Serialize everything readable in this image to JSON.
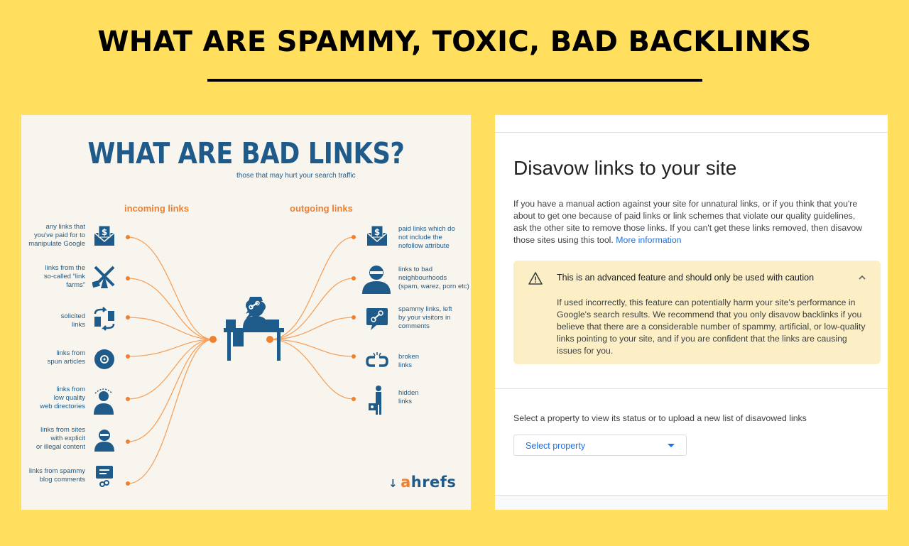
{
  "page": {
    "title": "WHAT ARE SPAMMY, TOXIC, BAD BACKLINKS"
  },
  "infographic": {
    "title": "WHAT ARE BAD LINKS?",
    "subtitle": "those that may hurt your search traffic",
    "incoming_heading": "incoming links",
    "outgoing_heading": "outgoing links",
    "incoming": [
      {
        "label": "any links that\nyou've paid for to\nmanipulate Google",
        "icon": "dollar-envelope-icon"
      },
      {
        "label": "links from the\nso-called “link\nfarms”",
        "icon": "windmill-icon"
      },
      {
        "label": "solicited\nlinks",
        "icon": "exchange-arrows-icon"
      },
      {
        "label": "links from\nspun articles",
        "icon": "spinning-disc-icon"
      },
      {
        "label": "links from\nlow quality\nweb directories",
        "icon": "confused-person-icon"
      },
      {
        "label": "links from sites\nwith explicit\nor illegal content",
        "icon": "ninja-icon"
      },
      {
        "label": "links from spammy\nblog comments",
        "icon": "comment-link-icon"
      }
    ],
    "outgoing": [
      {
        "label": "paid links which do\nnot include the\nnofollow attribute",
        "icon": "dollar-envelope-icon"
      },
      {
        "label": "links to bad\nneighbourhoods\n(spam, warez, porn etc)",
        "icon": "hooded-person-icon"
      },
      {
        "label": "spammy links, left\nby your visitors in\ncomments",
        "icon": "link-comment-icon"
      },
      {
        "label": "broken\nlinks",
        "icon": "broken-link-icon"
      },
      {
        "label": "hidden\nlinks",
        "icon": "hidden-person-icon"
      }
    ],
    "brand": {
      "mark": "↓",
      "first": "a",
      "rest": "hrefs"
    },
    "colors": {
      "blue": "#1e5a8a",
      "orange": "#f07f2e",
      "background": "#f7f5ee"
    }
  },
  "disavow": {
    "heading": "Disavow links to your site",
    "intro": "If you have a manual action against your site for unnatural links, or if you think that you're about to get one because of paid links or link schemes that violate our quality guidelines, ask the other site to remove those links. If you can't get these links removed, then disavow those sites using this tool.",
    "more_link": "More information",
    "warning_title": "This is an advanced feature and should only be used with caution",
    "warning_body": "If used incorrectly, this feature can potentially harm your site's performance in Google's search results. We recommend that you only disavow backlinks if you believe that there are a considerable number of spammy, artificial, or low-quality links pointing to your site, and if you are confident that the links are causing issues for you.",
    "select_label": "Select a property to view its status or to upload a new list of disavowed links",
    "select_placeholder": "Select property",
    "colors": {
      "link": "#1a73e8",
      "warning_bg": "#fcefc6"
    }
  },
  "colors": {
    "page_background": "#ffdf5d"
  }
}
